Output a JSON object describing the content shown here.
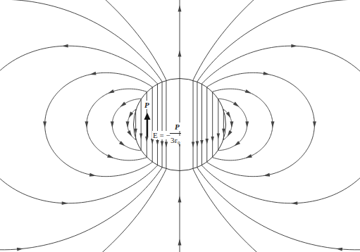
{
  "diagram": {
    "nodes": [
      {
        "text": [
          "P",
          "E = −",
          "P",
          "3ε₀"
        ]
      }
    ]
  }
}
